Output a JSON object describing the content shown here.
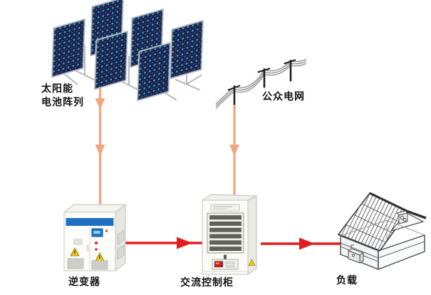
{
  "diagram": {
    "title": "solar-pv-grid-power-system-diagram",
    "nodes": [
      {
        "id": "solar-array",
        "label_lines": [
          "太阳能",
          "电池阵列"
        ]
      },
      {
        "id": "public-grid",
        "label": "公众电网"
      },
      {
        "id": "inverter",
        "label": "逆变器"
      },
      {
        "id": "ac-control-cabinet",
        "label": "交流控制柜"
      },
      {
        "id": "load",
        "label": "负载"
      }
    ],
    "flows": [
      {
        "from": "solar-array",
        "to": "inverter",
        "style": "orange-dc-arrow"
      },
      {
        "from": "public-grid",
        "to": "ac-control-cabinet",
        "style": "orange-dc-arrow"
      },
      {
        "from": "inverter",
        "to": "ac-control-cabinet",
        "style": "red-ac-arrow"
      },
      {
        "from": "ac-control-cabinet",
        "to": "load",
        "style": "red-ac-arrow"
      }
    ],
    "colors": {
      "dc_arrow": "#f2a57e",
      "ac_arrow": "#e21d1d",
      "panel_dark": "#161f3e",
      "panel_cell_cyan": "#3ab7e6",
      "panel_cell_blue": "#2a55c4",
      "inverter_stripe": "#2170c4",
      "warning_yellow": "#f5c814",
      "wire_gray": "#8f8f8f",
      "outline_gray": "#4c4c4c"
    }
  }
}
